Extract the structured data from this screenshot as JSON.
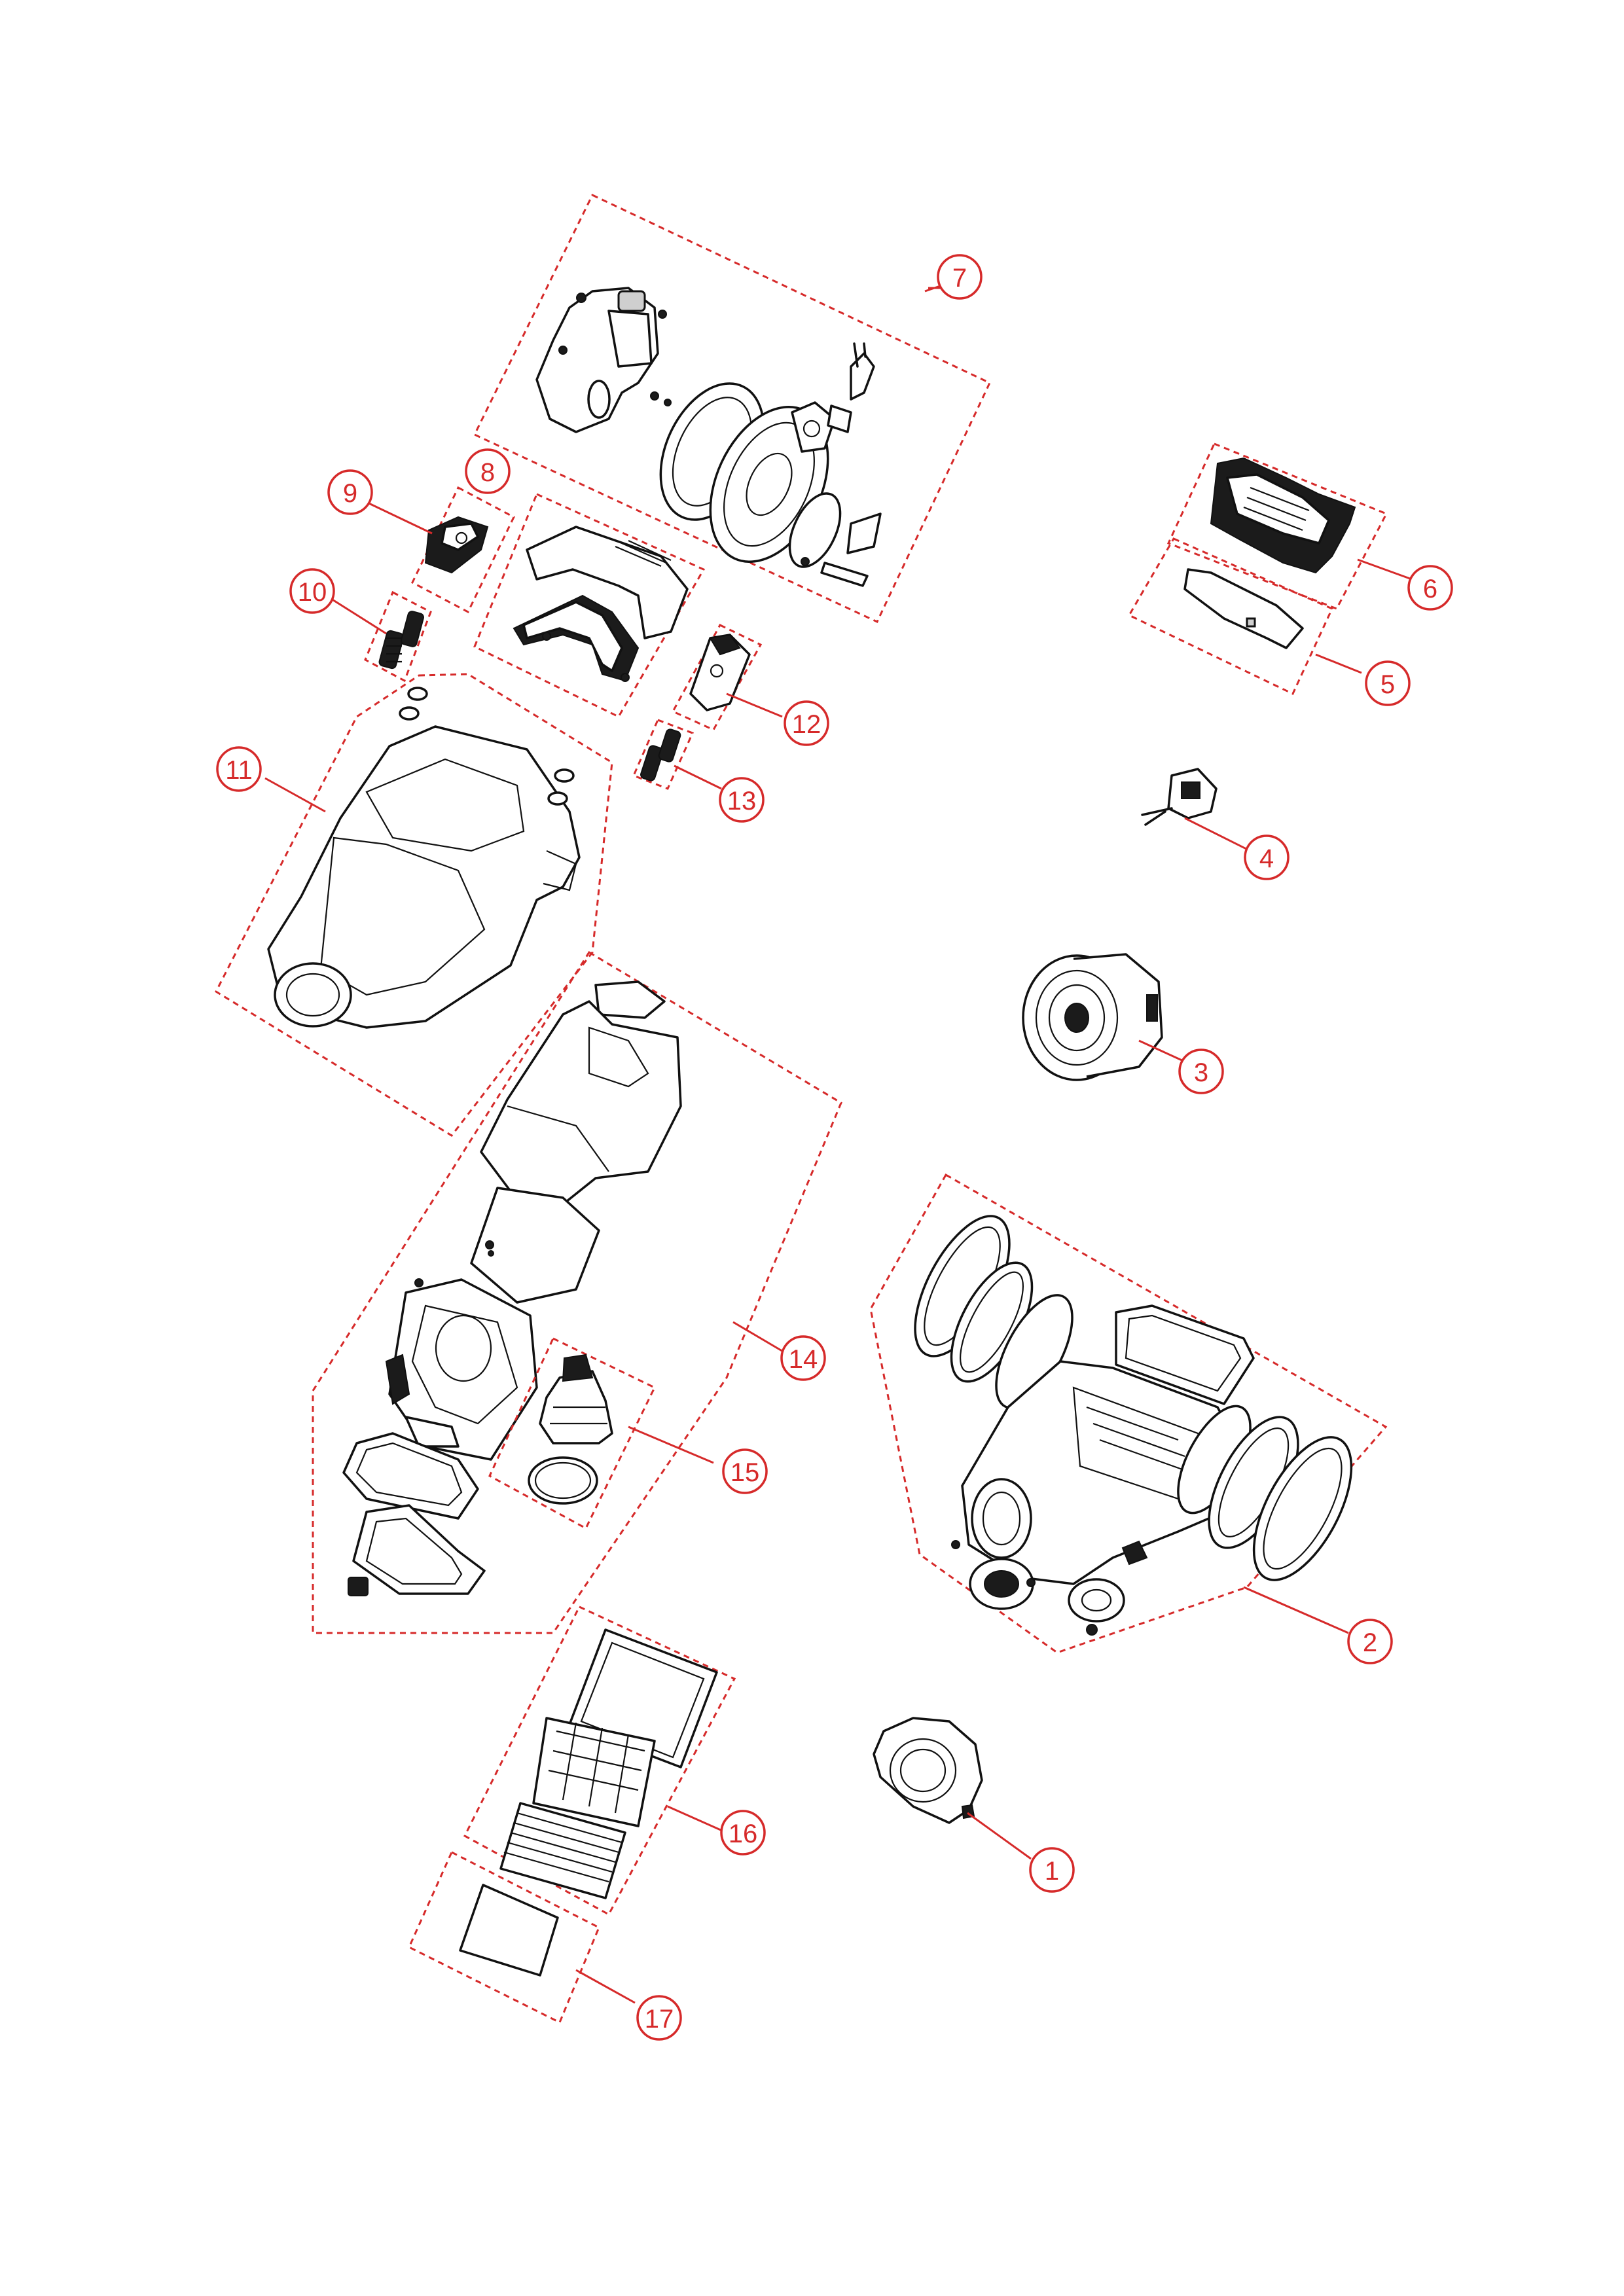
{
  "diagram": {
    "type": "exploded-parts-view",
    "colors": {
      "callout": "#d62a2a",
      "drawing": "#111111",
      "background": "#ffffff"
    },
    "callouts": [
      {
        "id": "part-1",
        "label": "1"
      },
      {
        "id": "part-2",
        "label": "2"
      },
      {
        "id": "part-3",
        "label": "3"
      },
      {
        "id": "part-4",
        "label": "4"
      },
      {
        "id": "part-5",
        "label": "5"
      },
      {
        "id": "part-6",
        "label": "6"
      },
      {
        "id": "part-7",
        "label": "7"
      },
      {
        "id": "part-8",
        "label": "8"
      },
      {
        "id": "part-9",
        "label": "9"
      },
      {
        "id": "part-10",
        "label": "10"
      },
      {
        "id": "part-11",
        "label": "11"
      },
      {
        "id": "part-12",
        "label": "12"
      },
      {
        "id": "part-13",
        "label": "13"
      },
      {
        "id": "part-14",
        "label": "14"
      },
      {
        "id": "part-15",
        "label": "15"
      },
      {
        "id": "part-16",
        "label": "16"
      },
      {
        "id": "part-17",
        "label": "17"
      }
    ]
  }
}
